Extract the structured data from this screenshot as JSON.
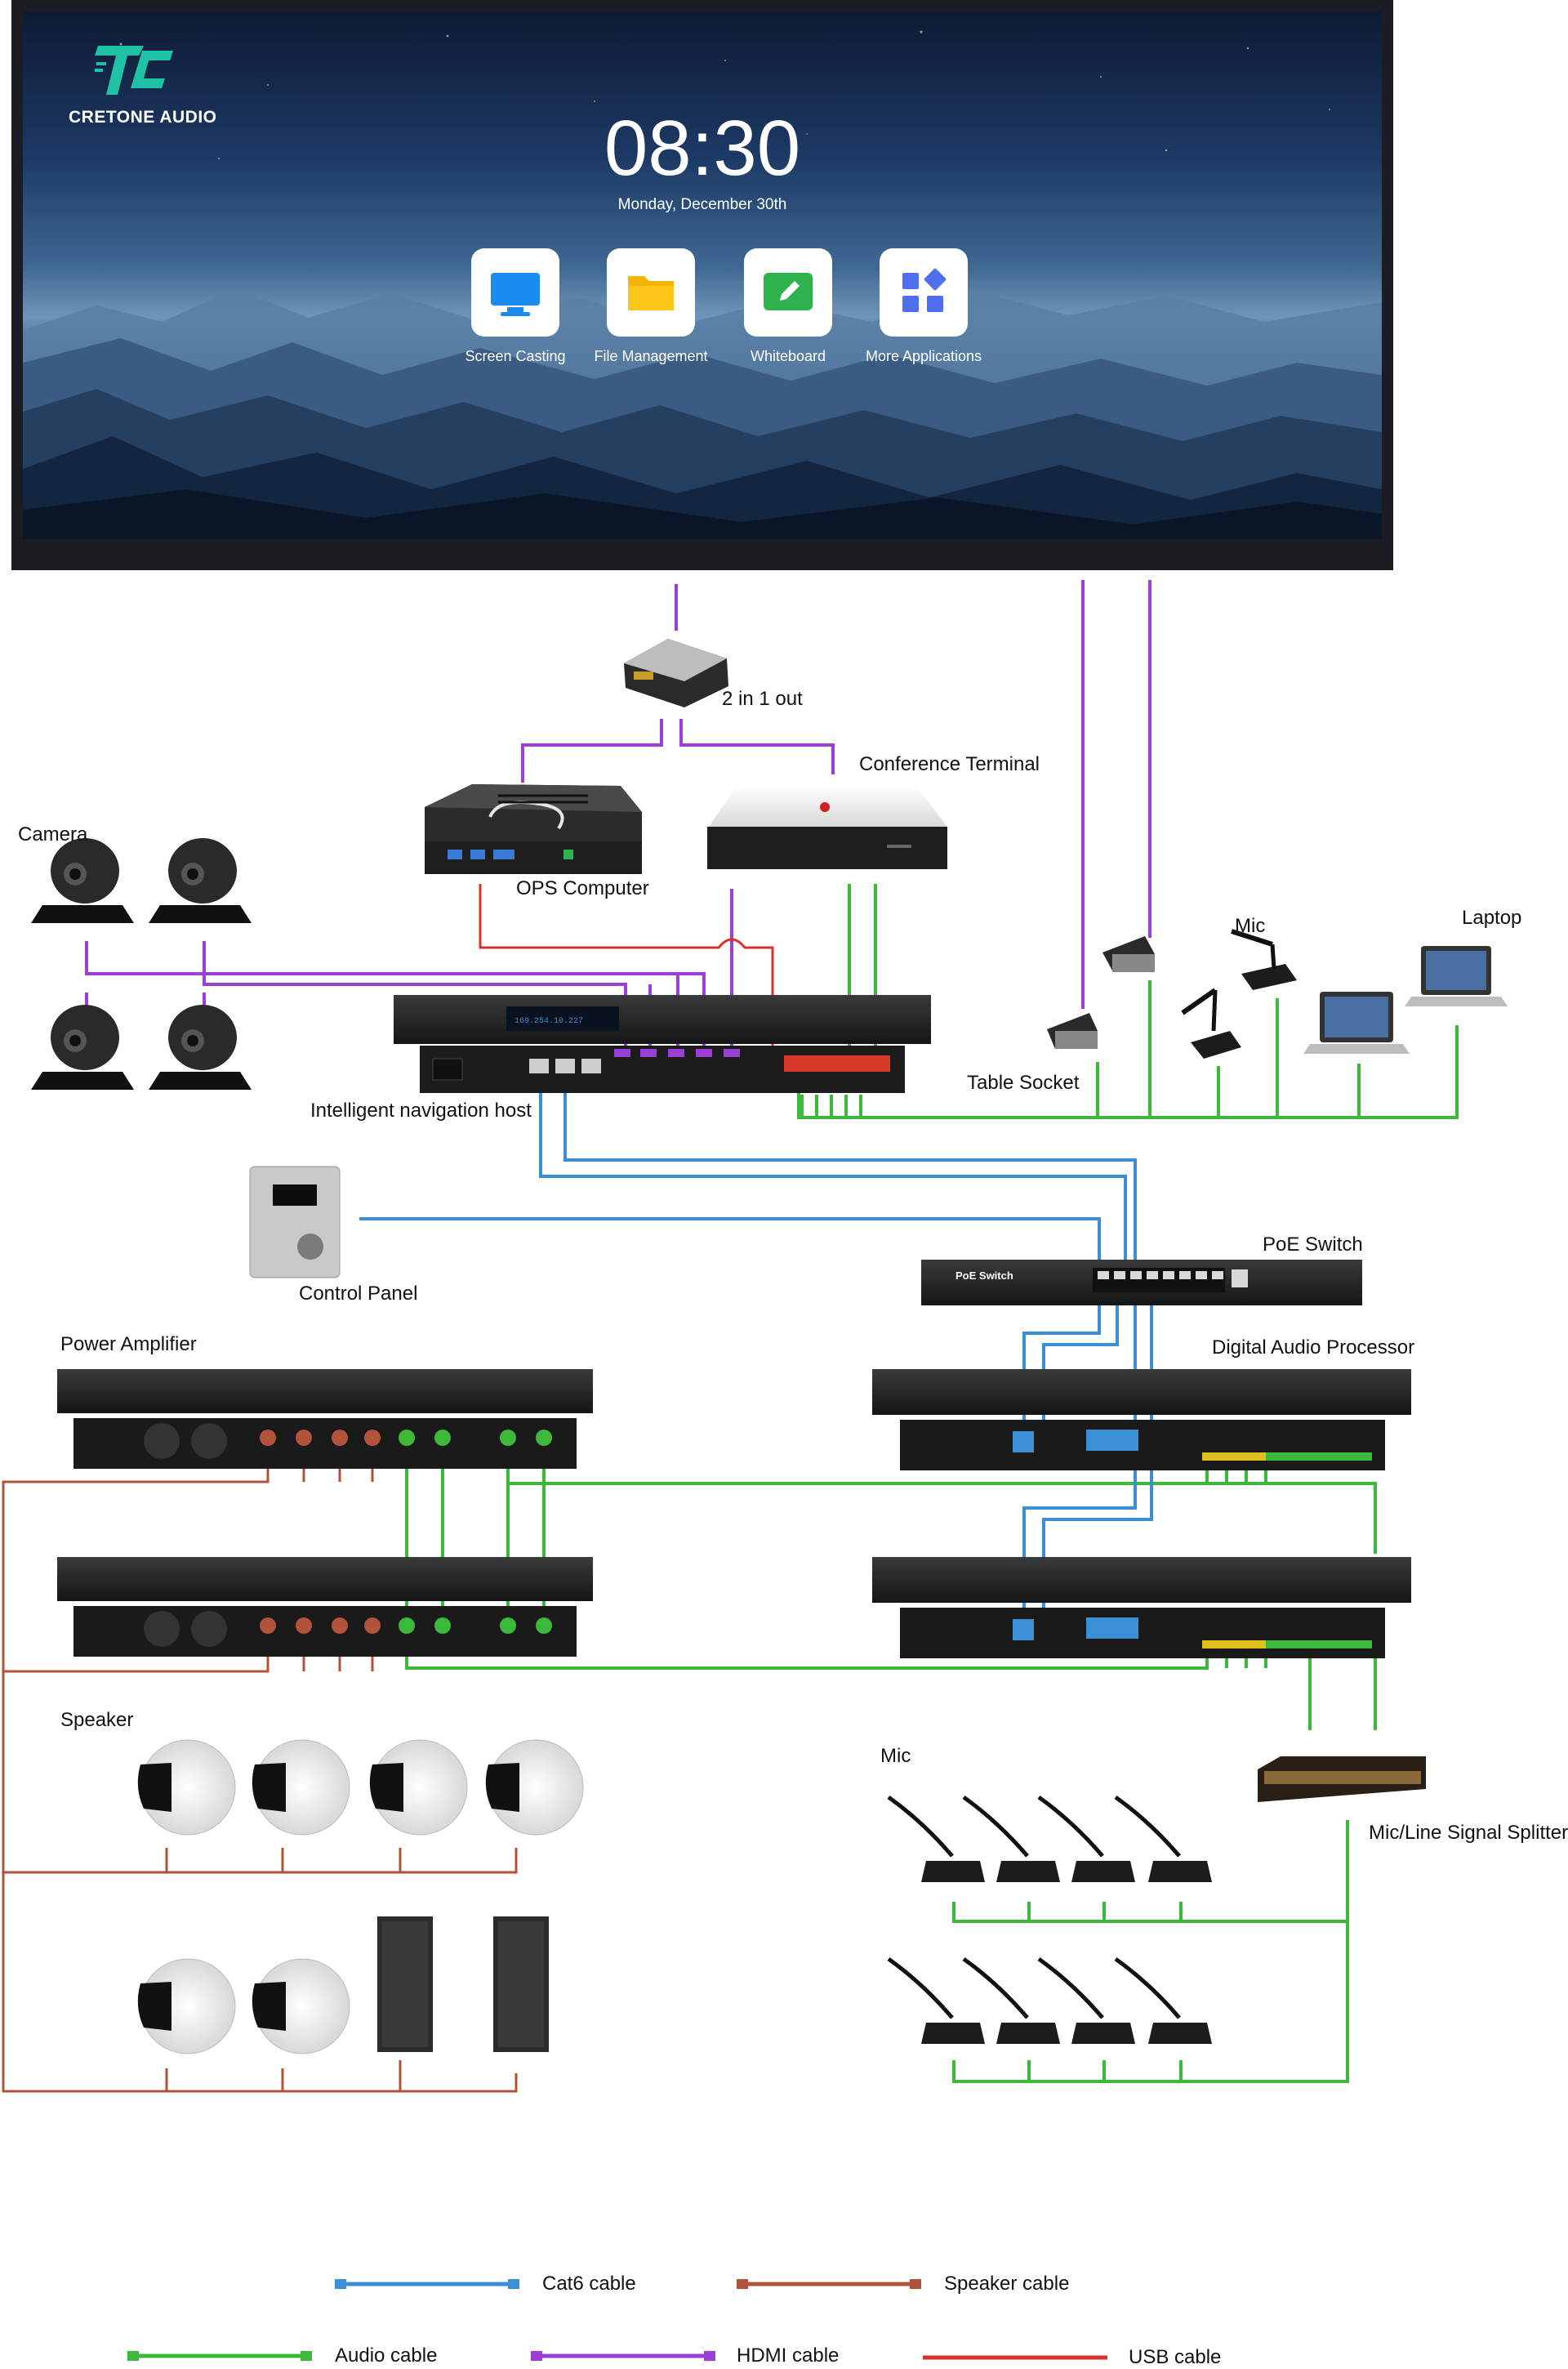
{
  "display": {
    "brand": "CRETONE AUDIO",
    "time": "08:30",
    "date": "Monday, December 30th",
    "apps": [
      {
        "label": "Screen Casting",
        "icon": "monitor-icon"
      },
      {
        "label": "File Management",
        "icon": "folder-icon"
      },
      {
        "label": "Whiteboard",
        "icon": "pencil-icon"
      },
      {
        "label": "More Applications",
        "icon": "apps-grid-icon"
      }
    ]
  },
  "labels": {
    "switch_2in1": "2 in 1 out",
    "conference_terminal": "Conference Terminal",
    "camera": "Camera",
    "ops_computer": "OPS Computer",
    "mic_top": "Mic",
    "laptop": "Laptop",
    "table_socket": "Table Socket",
    "nav_host": "Intelligent navigation host",
    "poe_switch": "PoE Switch",
    "control_panel": "Control Panel",
    "power_amplifier": "Power Amplifier",
    "dsp": "Digital Audio Processor",
    "speaker": "Speaker",
    "mic_bottom": "Mic",
    "splitter": "Mic/Line Signal Splitter",
    "poe_face": "PoE Switch",
    "nav_ip": "169.254.10.227"
  },
  "legend": [
    {
      "label": "Cat6 cable",
      "color": "#3a8fd6"
    },
    {
      "label": "Speaker cable",
      "color": "#b0533a"
    },
    {
      "label": "Audio cable",
      "color": "#3cb83a"
    },
    {
      "label": "HDMI cable",
      "color": "#9b3fd6"
    },
    {
      "label": "USB cable",
      "color": "#d6332c"
    }
  ],
  "colors": {
    "cat6": "#3a8fd6",
    "speaker": "#b0533a",
    "audio": "#3cb83a",
    "hdmi": "#9b3fd6",
    "usb": "#d6332c"
  }
}
